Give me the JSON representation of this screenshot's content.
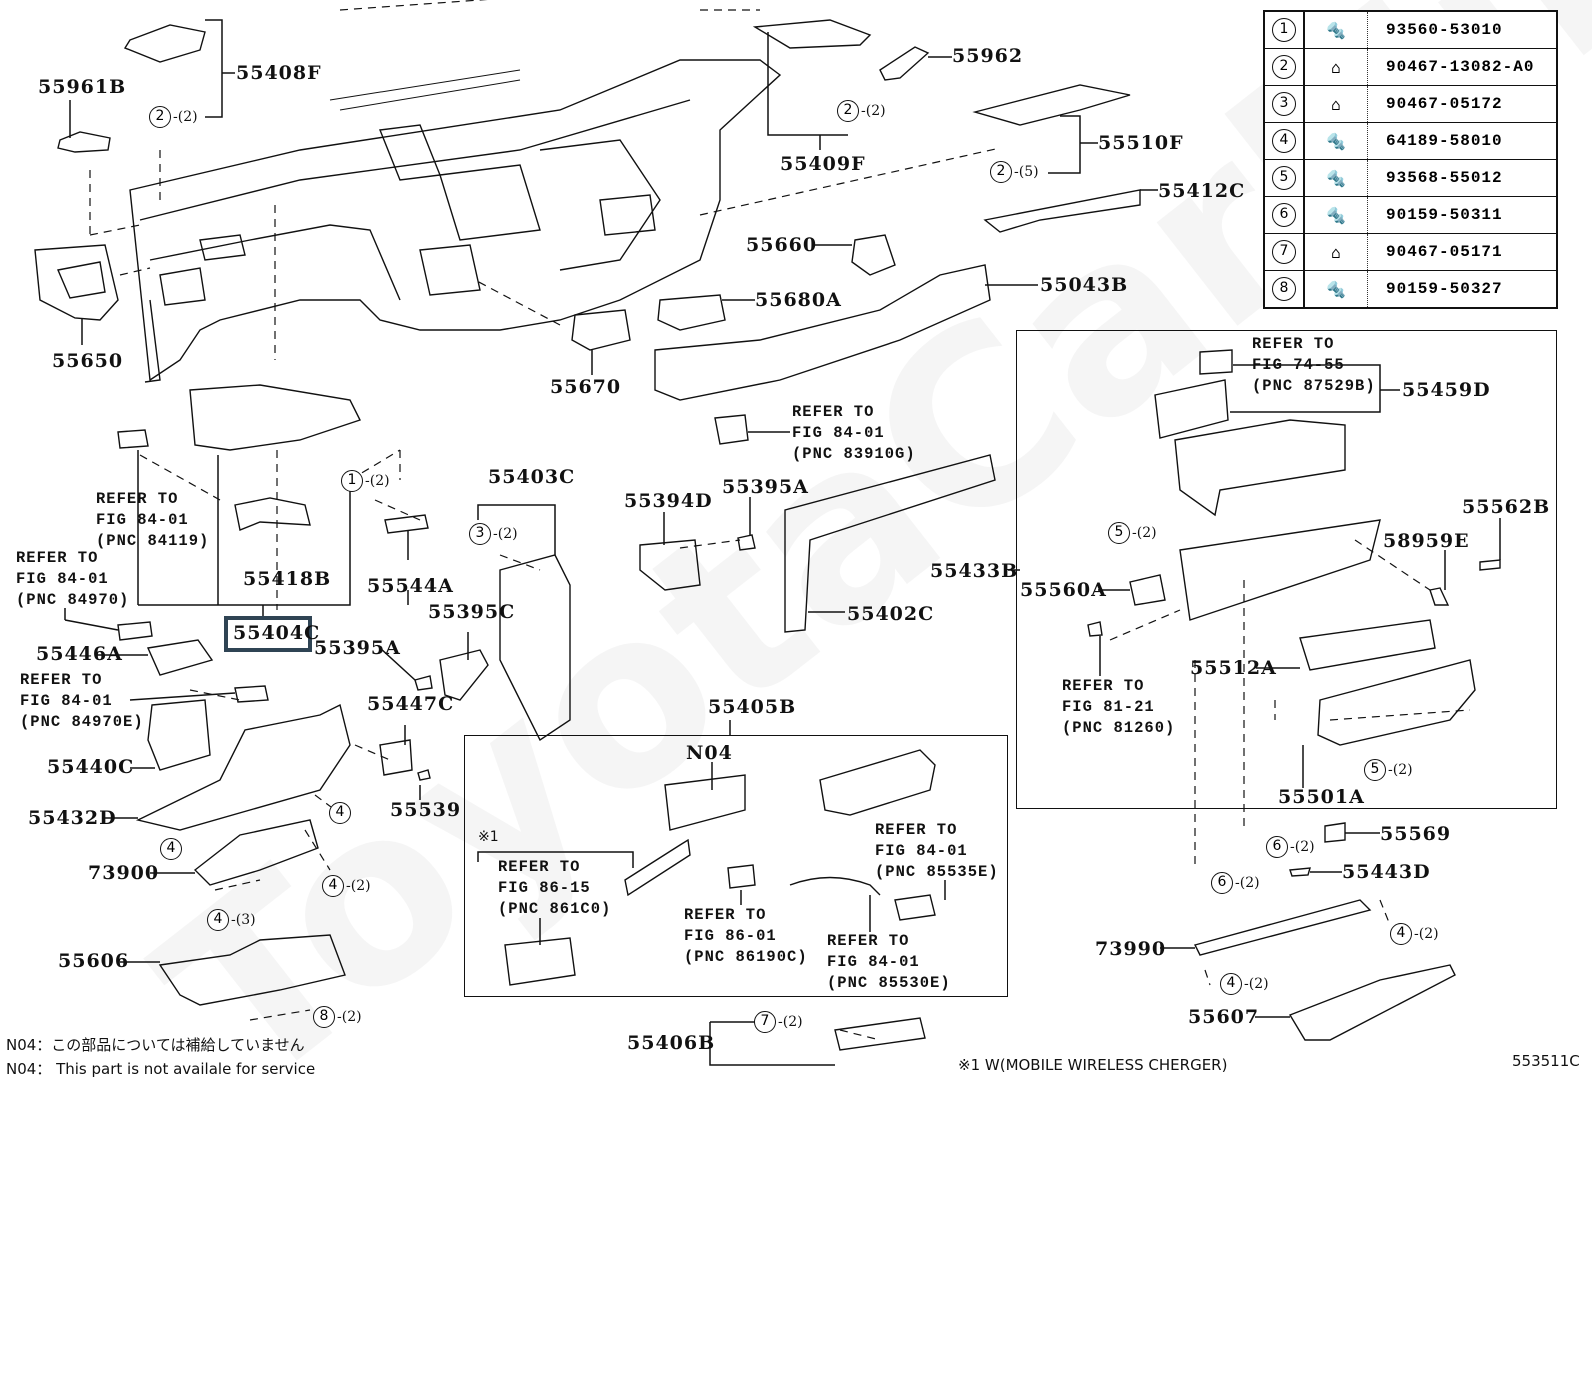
{
  "diagram": {
    "title": "Instrument Panel & Glove Compartment Parts Diagram",
    "figure_code": "553511C",
    "highlighted_part": "55404C",
    "watermark": "ToyotaCarMine"
  },
  "fastener_table": [
    {
      "num": "1",
      "icon": "screw-icon",
      "part_no": "93560-53010"
    },
    {
      "num": "2",
      "icon": "clip-icon",
      "part_no": "90467-13082-A0"
    },
    {
      "num": "3",
      "icon": "clip-icon",
      "part_no": "90467-05172"
    },
    {
      "num": "4",
      "icon": "screw-icon",
      "part_no": "64189-58010"
    },
    {
      "num": "5",
      "icon": "screw-icon",
      "part_no": "93568-55012"
    },
    {
      "num": "6",
      "icon": "screw-icon",
      "part_no": "90159-50311"
    },
    {
      "num": "7",
      "icon": "clip-icon",
      "part_no": "90467-05171"
    },
    {
      "num": "8",
      "icon": "screw-icon",
      "part_no": "90159-50327"
    }
  ],
  "parts": {
    "p55961B": "55961B",
    "p55408F": "55408F",
    "p55650": "55650",
    "p55409F": "55409F",
    "p55962": "55962",
    "p55510F": "55510F",
    "p55412C": "55412C",
    "p55660": "55660",
    "p55680A": "55680A",
    "p55043B": "55043B",
    "p55670": "55670",
    "p55459D": "55459D",
    "p55418B": "55418B",
    "p55544A": "55544A",
    "p55404C": "55404C",
    "p55446A": "55446A",
    "p55395A_left": "55395A",
    "p55403C": "55403C",
    "p55394D": "55394D",
    "p55395A_mid": "55395A",
    "p55433B": "55433B",
    "p55402C": "55402C",
    "p55395C": "55395C",
    "p55562B": "55562B",
    "p58959E": "58959E",
    "p55560A": "55560A",
    "p55512A": "55512A",
    "p55501A": "55501A",
    "p55447C": "55447C",
    "p55440C": "55440C",
    "p55539": "55539",
    "p55432D": "55432D",
    "p73900": "73900",
    "p55606": "55606",
    "p55405B": "55405B",
    "pN04": "N04",
    "p55406B": "55406B",
    "p55569": "55569",
    "p55443D": "55443D",
    "p73990": "73990",
    "p55607": "55607"
  },
  "references": {
    "r84119": "REFER TO\nFIG 84-01\n(PNC 84119)",
    "r84970": "REFER TO\nFIG 84-01\n(PNC 84970)",
    "r84970E": "REFER TO\nFIG 84-01\n(PNC 84970E)",
    "r83910G": "REFER TO\nFIG 84-01\n(PNC 83910G)",
    "r87529B": "REFER TO\nFIG 74-55\n(PNC 87529B)",
    "r81260": "REFER TO\nFIG 81-21\n(PNC 81260)",
    "r861C0": "REFER TO\nFIG 86-15\n(PNC 861C0)",
    "r86190C": "REFER TO\nFIG 86-01\n(PNC 86190C)",
    "r85535E": "REFER TO\nFIG 84-01\n(PNC 85535E)",
    "r85530E": "REFER TO\nFIG 84-01\n(PNC 85530E)"
  },
  "callouts": {
    "c_55408F": {
      "num": "2",
      "qty": "-(2)"
    },
    "c_55409F": {
      "num": "2",
      "qty": "-(2)"
    },
    "c_55510F": {
      "num": "2",
      "qty": "-(5)"
    },
    "c_55544A": {
      "num": "1",
      "qty": "-(2)"
    },
    "c_55403C": {
      "num": "3",
      "qty": "-(2)"
    },
    "c_glove_top": {
      "num": "5",
      "qty": "-(2)"
    },
    "c_glove_bottom": {
      "num": "5",
      "qty": "-(2)"
    },
    "c_55432D_right": {
      "num": "4",
      "qty": ""
    },
    "c_55432D_left": {
      "num": "4",
      "qty": ""
    },
    "c_73900_right": {
      "num": "4",
      "qty": "-(2)"
    },
    "c_73900_bottom": {
      "num": "4",
      "qty": "-(3)"
    },
    "c_55606": {
      "num": "8",
      "qty": "-(2)"
    },
    "c_55406B": {
      "num": "7",
      "qty": "-(2)"
    },
    "c_6_upper": {
      "num": "6",
      "qty": "-(2)"
    },
    "c_6_lower": {
      "num": "6",
      "qty": "-(2)"
    },
    "c_73990_right": {
      "num": "4",
      "qty": "-(2)"
    },
    "c_73990_bottom": {
      "num": "4",
      "qty": "-(2)"
    }
  },
  "notes": {
    "mark_1": "※1",
    "n04_jp": "N04：この部品については補給していません",
    "n04_en": "N04： This part is not availale for service",
    "mark_1_desc": "※1 W(MOBILE WIRELESS CHERGER)"
  }
}
